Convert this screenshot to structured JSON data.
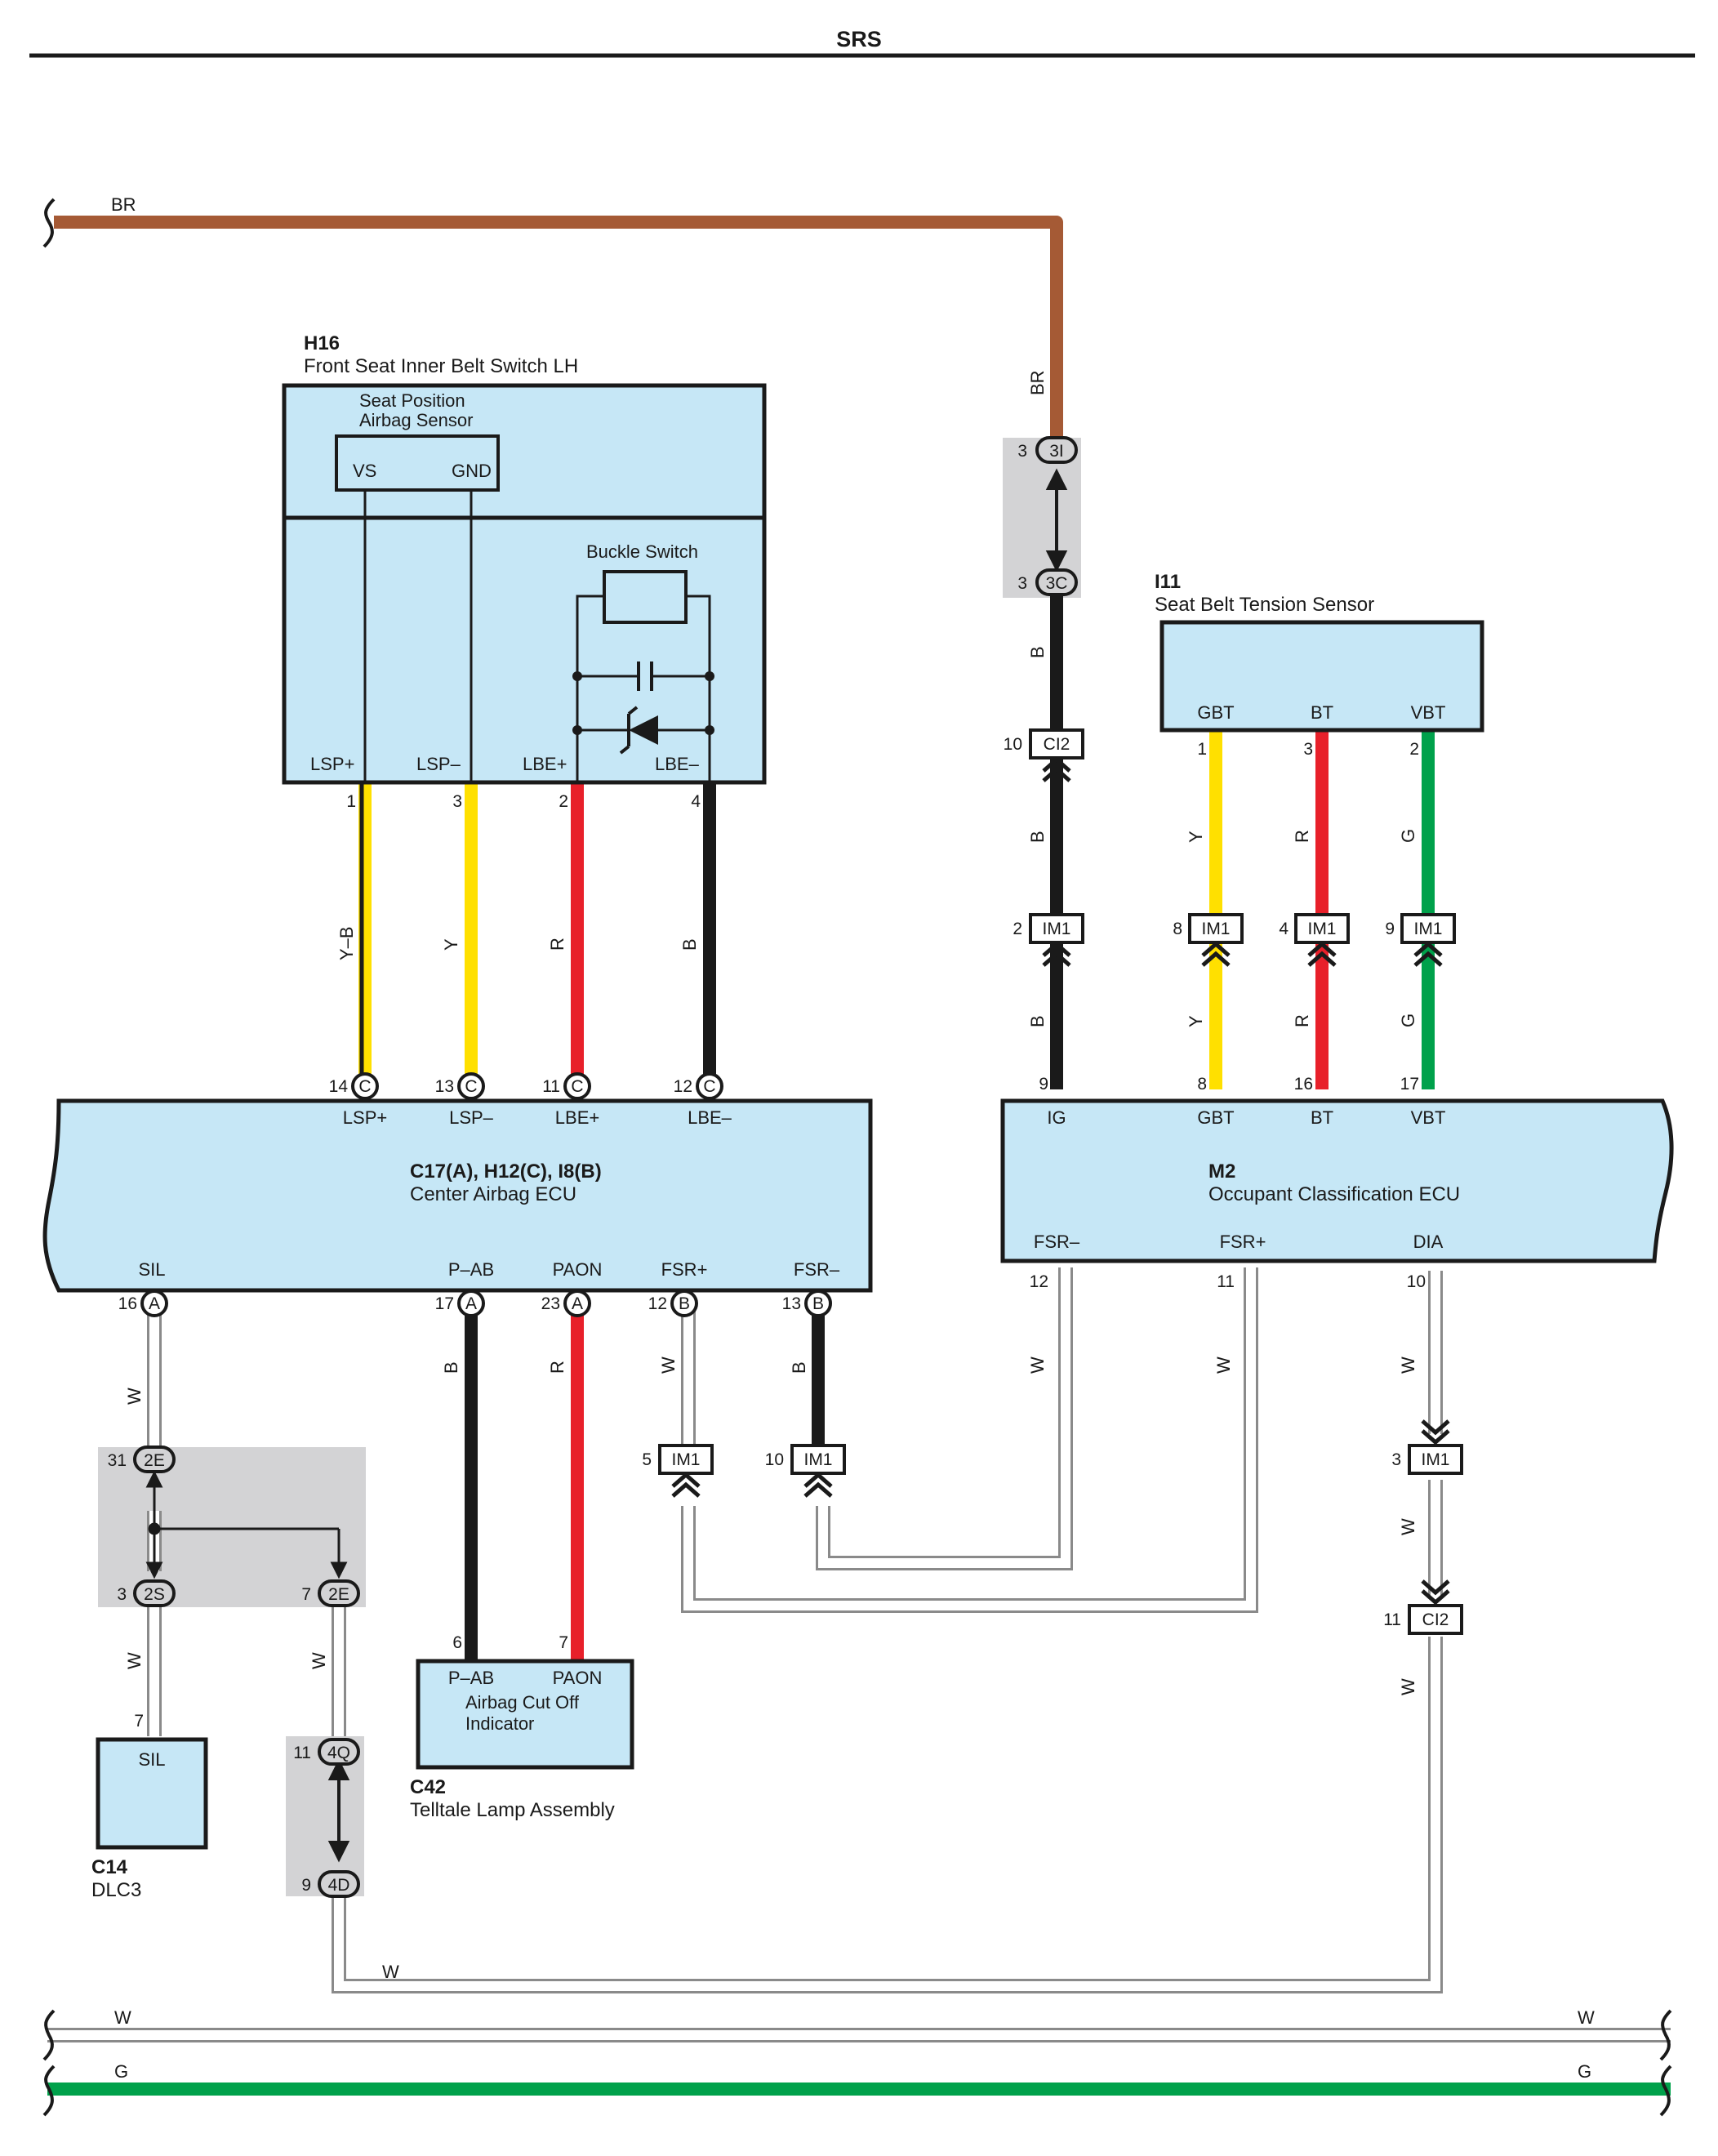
{
  "title": "SRS",
  "colors": {
    "BR": "#a55a35",
    "B": "#1a1a1a",
    "Y": "#ffe000",
    "R": "#e8202a",
    "G": "#00a14b",
    "W": "#ffffff",
    "wire_outline": "#8a8a8a",
    "component_fill": "#c6e7f6",
    "splice_gray": "#d3d3d5"
  },
  "components": {
    "h16": {
      "code": "H16",
      "name": "Front Seat Inner Belt Switch LH",
      "sensor_title_1": "Seat Position",
      "sensor_title_2": "Airbag Sensor",
      "vs": "VS",
      "gnd": "GND",
      "buckle_switch": "Buckle Switch",
      "pins": [
        "LSP+",
        "LSP–",
        "LBE+",
        "LBE–"
      ]
    },
    "i11": {
      "code": "I11",
      "name": "Seat Belt Tension Sensor",
      "pins": [
        "GBT",
        "BT",
        "VBT"
      ]
    },
    "center_ecu": {
      "code": "C17(A), H12(C), I8(B)",
      "name": "Center Airbag ECU",
      "top_pins": [
        "LSP+",
        "LSP–",
        "LBE+",
        "LBE–"
      ],
      "bottom_pins": [
        "SIL",
        "P–AB",
        "PAON",
        "FSR+",
        "FSR–"
      ]
    },
    "occupant_ecu": {
      "code": "M2",
      "name": "Occupant Classification ECU",
      "top_pins": [
        "IG",
        "GBT",
        "BT",
        "VBT"
      ],
      "bottom_pins": [
        "FSR–",
        "FSR+",
        "DIA"
      ]
    },
    "c42": {
      "code": "C42",
      "name": "Telltale Lamp Assembly",
      "pin_1": "P–AB",
      "pin_2": "PAON",
      "inner_1": "Airbag Cut Off",
      "inner_2": "Indicator"
    },
    "c14": {
      "code": "C14",
      "name": "DLC3",
      "pin": "SIL"
    }
  },
  "connectors": {
    "c_3i": "3I",
    "c_3c": "3C",
    "ci2": "CI2",
    "im1": "IM1",
    "c_2e": "2E",
    "c_2s": "2S",
    "c_4q": "4Q",
    "c_4d": "4D",
    "A": "A",
    "B": "B",
    "C": "C"
  },
  "wire_labels": {
    "BR": "BR",
    "B": "B",
    "Y": "Y",
    "YB": "Y–B",
    "R": "R",
    "G": "G",
    "W": "W"
  },
  "pin_numbers": {
    "br_3i": "3",
    "br_3c": "3",
    "ci2_top": "10",
    "ig_im1": "2",
    "ig_ecu": "9",
    "gbt_sensor": "1",
    "bt_sensor": "3",
    "vbt_sensor": "2",
    "gbt_im1": "8",
    "bt_im1": "4",
    "vbt_im1": "9",
    "gbt_ecu": "8",
    "bt_ecu": "16",
    "vbt_ecu": "17",
    "h16_lsp_plus": "1",
    "h16_lsp_minus": "3",
    "h16_lbe_plus": "2",
    "h16_lbe_minus": "4",
    "ecu_lsp_plus": "14",
    "ecu_lsp_minus": "13",
    "ecu_lbe_plus": "11",
    "ecu_lbe_minus": "12",
    "ecu_sil": "16",
    "ecu_pab": "17",
    "ecu_paon": "23",
    "ecu_fsr_plus": "12",
    "ecu_fsr_minus": "13",
    "m2_fsr_minus": "12",
    "m2_fsr_plus": "11",
    "m2_dia": "10",
    "fsr_plus_im1": "5",
    "fsr_minus_im1": "10",
    "dia_im1": "3",
    "dia_ci2": "11",
    "sil_2e": "31",
    "sil_2s": "3",
    "sil_2e_b": "7",
    "c14_pin": "7",
    "c42_pab": "6",
    "c42_paon": "7",
    "c_4q": "11",
    "c_4d": "9"
  }
}
